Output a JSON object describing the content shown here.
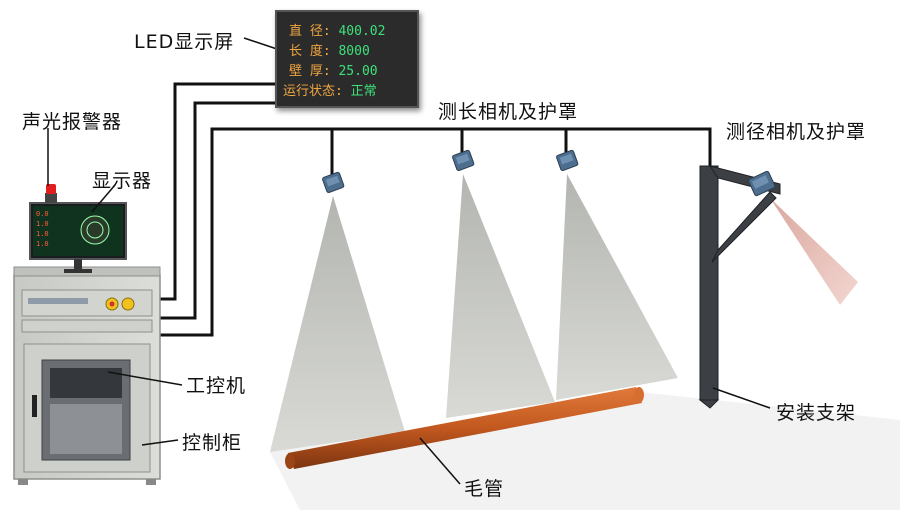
{
  "labels": {
    "led_display": "LED显示屏",
    "alarm": "声光报警器",
    "monitor": "显示器",
    "length_cameras": "测长相机及护罩",
    "diameter_camera": "测径相机及护罩",
    "ipc": "工控机",
    "cabinet": "控制柜",
    "bracket": "安装支架",
    "tube": "毛管"
  },
  "led_screen": {
    "rows": [
      {
        "key": "直  径:",
        "value": "400.02"
      },
      {
        "key": "长  度:",
        "value": "8000"
      },
      {
        "key": "壁  厚:",
        "value": "25.00"
      },
      {
        "key": "运行状态:",
        "value": "正常"
      }
    ]
  },
  "monitor_screen": {
    "values": [
      "0.0",
      "1.0",
      "1.0",
      "1.0"
    ]
  },
  "colors": {
    "tube": "#c2581f",
    "led_key": "#f0a640",
    "led_value": "#3ee07a",
    "cone": "#c8cac6",
    "laser_cone": "#e8b8b0",
    "bracket": "#3c4045",
    "camera": "#4d6e8f"
  }
}
